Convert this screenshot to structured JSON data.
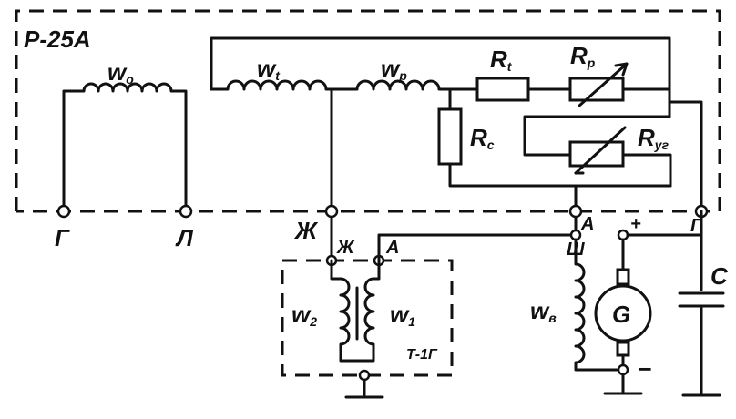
{
  "regulator": {
    "title": "Р-25А"
  },
  "components": {
    "w0": {
      "main": "w",
      "sub": "о"
    },
    "wt": {
      "main": "w",
      "sub": "t"
    },
    "wp": {
      "main": "w",
      "sub": "р"
    },
    "Rt": {
      "main": "R",
      "sub": "t"
    },
    "Rp": {
      "main": "R",
      "sub": "р"
    },
    "Rc": {
      "main": "R",
      "sub": "с"
    },
    "Ryg": {
      "main": "R",
      "sub": "уг"
    },
    "w2": {
      "main": "w",
      "sub": "2"
    },
    "w1": {
      "main": "w",
      "sub": "1"
    },
    "wv": {
      "main": "w",
      "sub": "в"
    },
    "generator": "G",
    "capacitor": "С",
    "transformer": "Т-1Г"
  },
  "terminals": {
    "regulator_g_left": "Г",
    "regulator_l": "Л",
    "regulator_zh": "Ж",
    "regulator_a": "А",
    "regulator_g_right": "Г",
    "transformer_zh": "Ж",
    "transformer_a": "А",
    "generator_sh": "Ш",
    "plus": "+",
    "minus": "−"
  }
}
